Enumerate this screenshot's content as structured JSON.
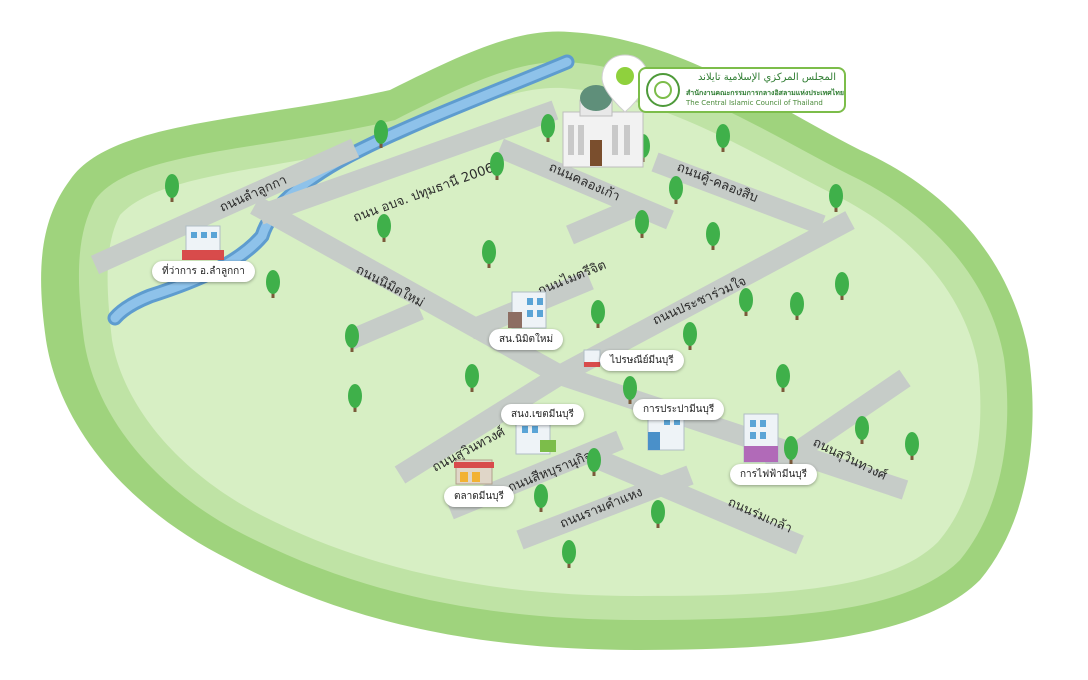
{
  "roads": [
    {
      "id": "lamlukka",
      "label": "ถนนลำลูกกา"
    },
    {
      "id": "obj-pathum",
      "label": "ถนน อบจ. ปทุมธานี 2006"
    },
    {
      "id": "khlongkao",
      "label": "ถนนคลองเก้า"
    },
    {
      "id": "khusib",
      "label": "ถนนคู้-คลองสิบ"
    },
    {
      "id": "nimitmai",
      "label": "ถนนนิมิตใหม่"
    },
    {
      "id": "maitrijit",
      "label": "ถนนไมตรีจิต"
    },
    {
      "id": "pracharuamjai",
      "label": "ถนนประชาร่วมใจ"
    },
    {
      "id": "suwinthawong-w",
      "label": "ถนนสุวินทวงศ์"
    },
    {
      "id": "sihaburanukit",
      "label": "ถนนสีหบุรานุกิจ"
    },
    {
      "id": "ramkhamhaeng",
      "label": "ถนนรามคำแหง"
    },
    {
      "id": "romklao",
      "label": "ถนนร่มเกล้า"
    },
    {
      "id": "suwinthawong-e",
      "label": "ถนนสุวินทวงศ์"
    }
  ],
  "places": [
    {
      "id": "amphoe-lamlukka",
      "label": "ที่ว่าการ อ.ลำลูกกา"
    },
    {
      "id": "nimitmai-police",
      "label": "สน.นิมิตใหม่"
    },
    {
      "id": "minburi-post",
      "label": "ไปรษณีย์มีนบุรี"
    },
    {
      "id": "minburi-district",
      "label": "สนง.เขตมีนบุรี"
    },
    {
      "id": "minburi-waterworks",
      "label": "การประปามีนบุรี"
    },
    {
      "id": "minburi-market",
      "label": "ตลาดมีนบุรี"
    },
    {
      "id": "minburi-electricity",
      "label": "การไฟฟ้ามีนบุรี"
    }
  ],
  "organization": {
    "name_ar": "المجلس المركزي الإسلامية تايلاند",
    "name_th": "สำนักงานคณะกรรมการกลางอิสลามแห่งประเทศไทย",
    "name_en": "The Central Islamic Council of Thailand"
  },
  "colors": {
    "land_outer": "#9fd37d",
    "land_inner": "#d7efc4",
    "road": "#c6ccc8",
    "river": "#7fb2de",
    "tree": "#3fb04a",
    "accent": "#7cbd4a"
  }
}
